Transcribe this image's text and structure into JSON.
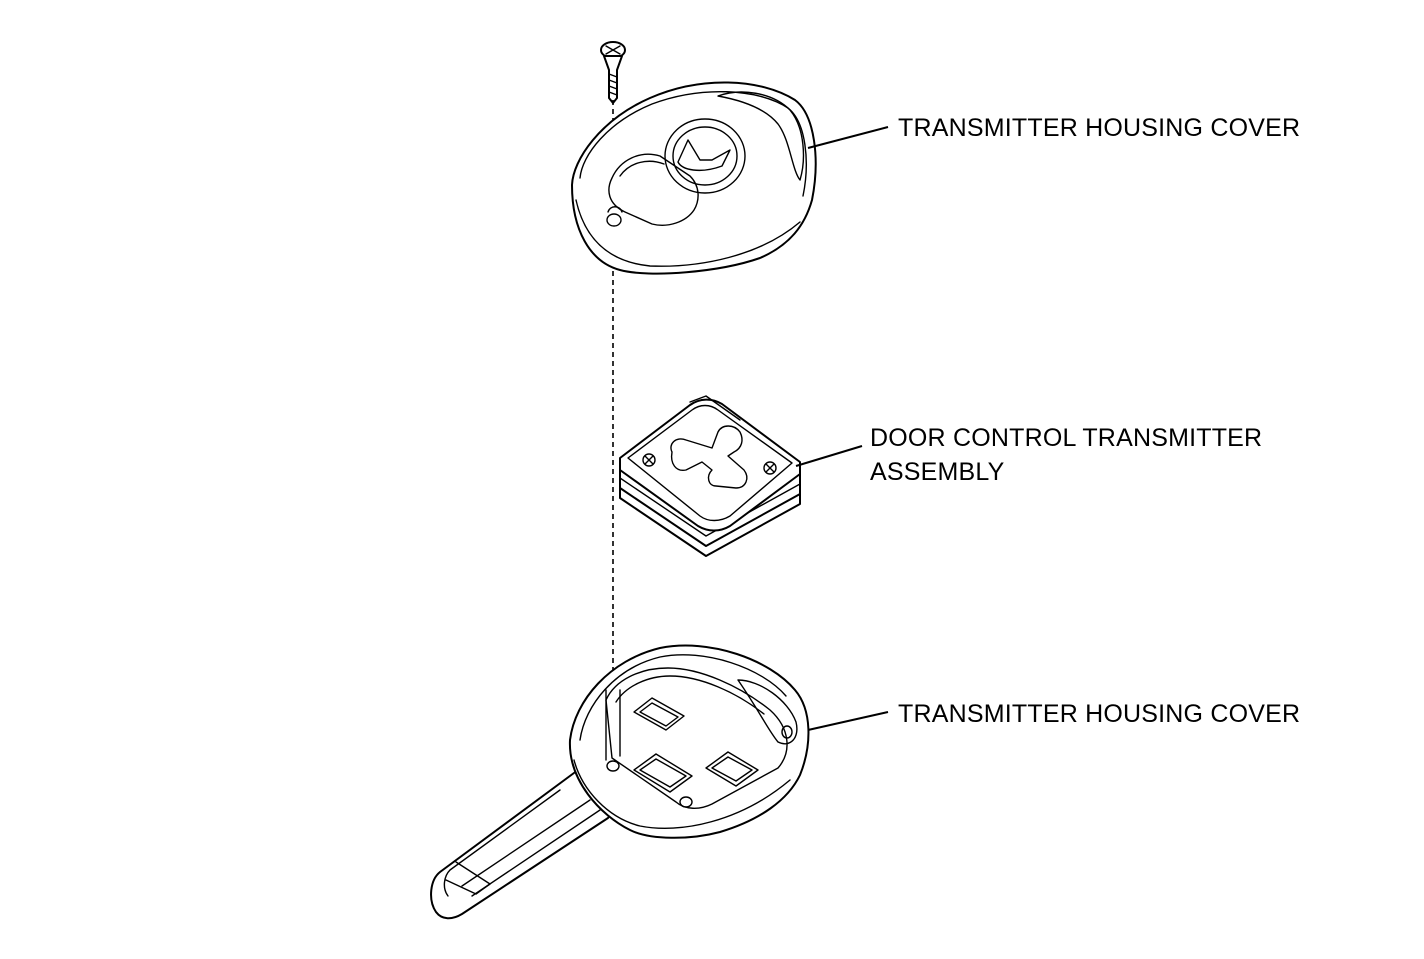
{
  "labels": {
    "top_cover": "TRANSMITTER HOUSING COVER",
    "transmitter_line1": "DOOR CONTROL TRANSMITTER",
    "transmitter_line2": "ASSEMBLY",
    "bottom_cover": "TRANSMITTER HOUSING COVER"
  },
  "colors": {
    "line": "#000000",
    "background": "#ffffff"
  }
}
